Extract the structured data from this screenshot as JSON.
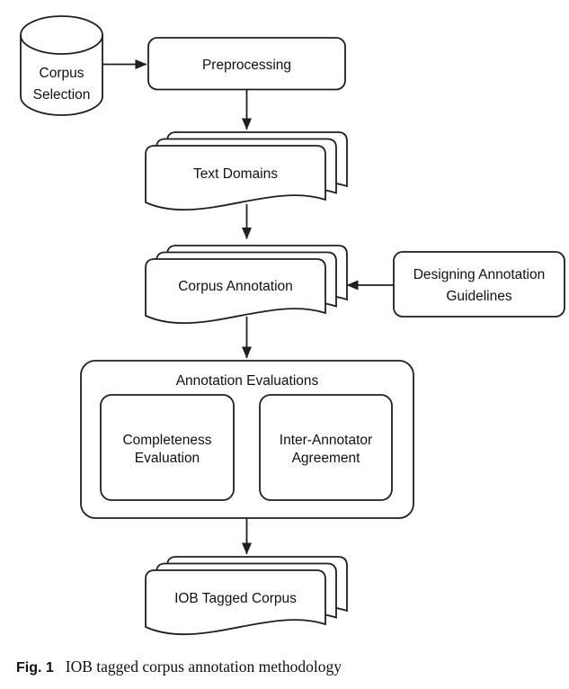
{
  "figure": {
    "type": "flowchart",
    "colors": {
      "stroke": "#1f1f1f",
      "text": "#111111",
      "fill": "#ffffff",
      "background": "#ffffff"
    },
    "nodes": {
      "corpus_selection": {
        "shape": "database-cylinder",
        "line1": "Corpus",
        "line2": "Selection"
      },
      "preprocessing": {
        "shape": "rounded-rectangle",
        "label": "Preprocessing"
      },
      "text_domains": {
        "shape": "stacked-documents",
        "label": "Text Domains"
      },
      "corpus_annotation": {
        "shape": "stacked-documents",
        "label": "Corpus Annotation"
      },
      "designing_annotation_guidelines": {
        "shape": "rounded-rectangle",
        "line1": "Designing Annotation",
        "line2": "Guidelines"
      },
      "annotation_evaluations": {
        "shape": "rounded-rectangle-container",
        "label": "Annotation Evaluations"
      },
      "completeness_evaluation": {
        "shape": "rounded-rectangle",
        "line1": "Completeness",
        "line2": "Evaluation"
      },
      "inter_annotator_agreement": {
        "shape": "rounded-rectangle",
        "line1": "Inter-Annotator",
        "line2": "Agreement"
      },
      "iob_tagged_corpus": {
        "shape": "stacked-documents",
        "label": "IOB Tagged Corpus"
      }
    },
    "edges": [
      {
        "from": "corpus-selection",
        "to": "preprocessing",
        "direction": "right"
      },
      {
        "from": "preprocessing",
        "to": "text-domains",
        "direction": "down"
      },
      {
        "from": "text-domains",
        "to": "corpus-annotation",
        "direction": "down"
      },
      {
        "from": "designing-annotation-guidelines",
        "to": "corpus-annotation",
        "direction": "left"
      },
      {
        "from": "corpus-annotation",
        "to": "annotation-evaluations",
        "direction": "down"
      },
      {
        "from": "annotation-evaluations",
        "to": "iob-tagged-corpus",
        "direction": "down"
      }
    ],
    "caption": {
      "label": "Fig. 1",
      "text": "IOB tagged corpus annotation methodology"
    }
  }
}
